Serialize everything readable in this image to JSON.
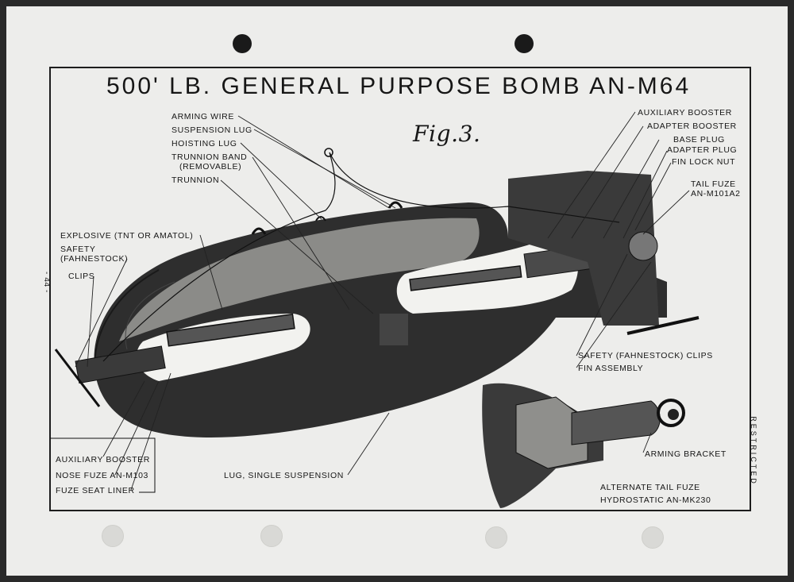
{
  "page": {
    "title": "500' LB. GENERAL PURPOSE BOMB AN-M64",
    "figure": "Fig.3.",
    "page_number": "- 44 -",
    "stamp": "RESTRICTED"
  },
  "labels": {
    "arming_wire": "ARMING WIRE",
    "suspension_lug": "SUSPENSION LUG",
    "hoisting_lug": "HOISTING LUG",
    "trunnion_band": "TRUNNION BAND",
    "trunnion_band_note": "(REMOVABLE)",
    "trunnion": "TRUNNION",
    "explosive": "EXPLOSIVE (TNT OR AMATOL)",
    "safety": "SAFETY",
    "safety_note": "(FAHNESTOCK)",
    "clips": "CLIPS",
    "auxiliary_booster_right": "AUXILIARY BOOSTER",
    "adapter_booster": "ADAPTER BOOSTER",
    "base_plug": "BASE PLUG",
    "adapter_plug": "ADAPTER PLUG",
    "fin_lock_nut": "FIN LOCK NUT",
    "tail_fuze": "TAIL FUZE",
    "tail_fuze_model": "AN-M101A2",
    "safety_clips": "SAFETY (FAHNESTOCK) CLIPS",
    "fin_assembly": "FIN ASSEMBLY",
    "arming_bracket": "ARMING BRACKET",
    "alternate_tail_fuze": "ALTERNATE TAIL FUZE",
    "hydrostatic": "HYDROSTATIC AN-MK230",
    "lug_single": "LUG, SINGLE SUSPENSION",
    "auxiliary_booster_left": "AUXILIARY BOOSTER",
    "nose_fuze": "NOSE FUZE AN-M103",
    "fuze_seat_liner": "FUZE SEAT LINER"
  }
}
